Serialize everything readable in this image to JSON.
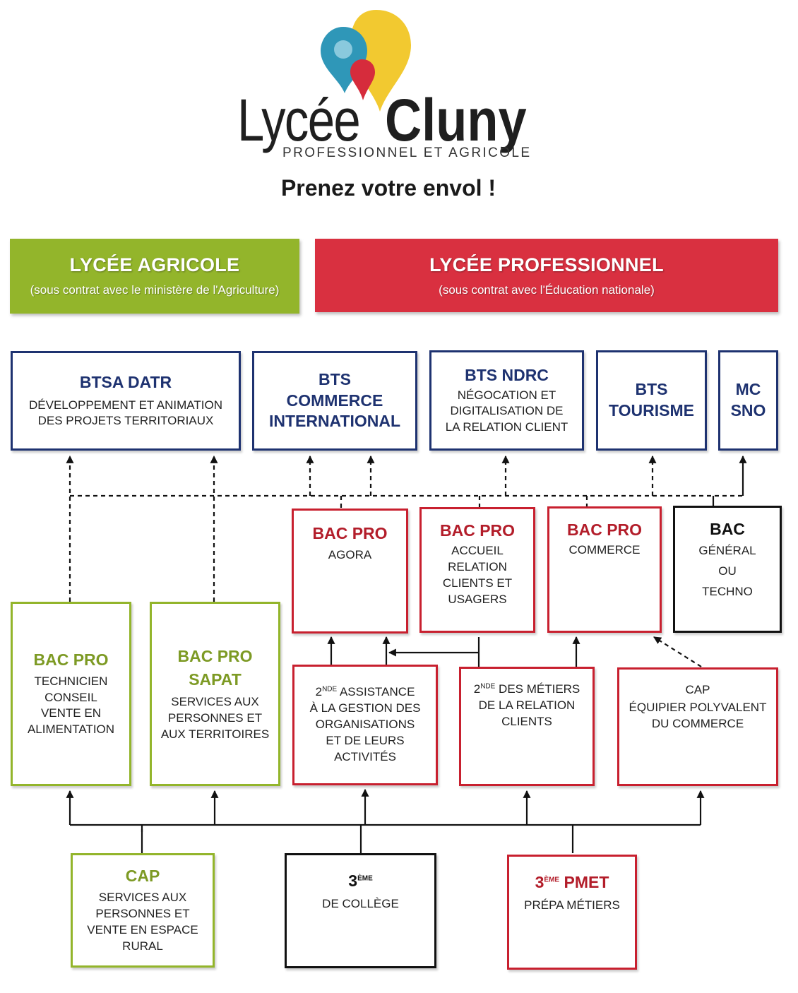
{
  "header": {
    "logo_word1": "Lycée",
    "logo_word2": "Cluny",
    "logo_subtitle": "PROFESSIONNEL ET AGRICOLE",
    "slogan": "Prenez votre envol !"
  },
  "banners": {
    "agricole": {
      "title": "LYCÉE AGRICOLE",
      "subtitle": "(sous contrat avec le ministère de l'Agriculture)",
      "color": "#93b52b"
    },
    "professionnel": {
      "title": "LYCÉE PROFESSIONNEL",
      "subtitle": "(sous contrat avec l'Éducation nationale)",
      "color": "#d93040"
    }
  },
  "colors": {
    "navy": "#1e3270",
    "green": "#93b52b",
    "red": "#c8202f",
    "black": "#111111"
  },
  "bts": {
    "btsa": {
      "title": "BTSA DATR",
      "desc": "DÉVELOPPEMENT ET ANIMATION\nDES PROJETS TERRITORIAUX"
    },
    "commerce_int": {
      "title": "BTS\nCOMMERCE\nINTERNATIONAL"
    },
    "ndrc": {
      "title": "BTS NDRC",
      "desc": "NÉGOCATION ET\nDIGITALISATION DE\nLA RELATION CLIENT"
    },
    "tourisme": {
      "title": "BTS\nTOURISME"
    },
    "mc": {
      "title": "MC\nSNO"
    }
  },
  "bac": {
    "agora": {
      "title": "BAC PRO",
      "desc": "AGORA"
    },
    "accueil": {
      "title": "BAC PRO",
      "desc": "ACCUEIL\nRELATION\nCLIENTS ET\nUSAGERS"
    },
    "commerce": {
      "title": "BAC PRO",
      "desc": "COMMERCE"
    },
    "general": {
      "title": "BAC",
      "line1": "GÉNÉRAL",
      "line2": "OU",
      "line3": "TECHNO"
    },
    "technicien": {
      "title": "BAC PRO",
      "desc": "TECHNICIEN\nCONSEIL\nVENTE EN\nALIMENTATION"
    },
    "sapat": {
      "title": "BAC PRO\nSAPAT",
      "desc": "SERVICES AUX\nPERSONNES ET\nAUX TERRITOIRES"
    }
  },
  "seconde": {
    "assistance": {
      "sup": "NDE",
      "num": "2",
      "desc_first": " ASSISTANCE",
      "desc": "À LA GESTION DES\nORGANISATIONS\nET DE LEURS\nACTIVITÉS"
    },
    "metiers": {
      "sup": "NDE",
      "num": "2",
      "desc_first": " DES MÉTIERS",
      "desc": "DE LA RELATION\nCLIENTS"
    },
    "cap_equipier": {
      "title": "CAP",
      "desc": "ÉQUIPIER POLYVALENT\nDU COMMERCE"
    }
  },
  "entry": {
    "cap_services": {
      "title": "CAP",
      "desc": "SERVICES AUX\nPERSONNES ET\nVENTE EN ESPACE\nRURAL"
    },
    "troisieme": {
      "num": "3",
      "sup": "ÈME",
      "desc": "DE COLLÈGE"
    },
    "pmet": {
      "num": "3",
      "sup": "ÈME",
      "title_rest": " PMET",
      "desc": "PRÉPA MÉTIERS"
    }
  }
}
